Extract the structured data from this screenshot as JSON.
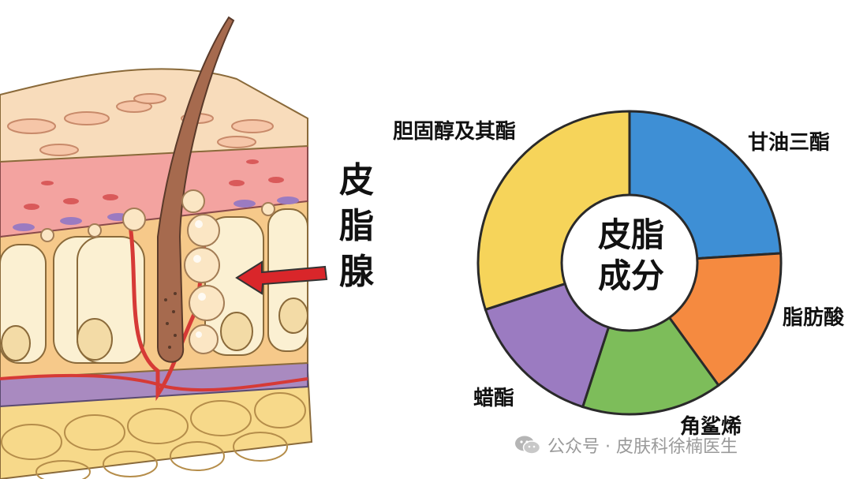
{
  "diagram": {
    "gland_label": [
      "皮",
      "脂",
      "腺"
    ],
    "center_label": [
      "皮脂",
      "成分"
    ]
  },
  "chart_data": {
    "type": "pie",
    "title": "",
    "slices": [
      {
        "label": "甘油三酯",
        "value": 24,
        "color": "#3e8fd5"
      },
      {
        "label": "脂肪酸",
        "value": 16,
        "color": "#f58a40"
      },
      {
        "label": "角鲨烯",
        "value": 15,
        "color": "#7dbd5a"
      },
      {
        "label": "蜡酯",
        "value": 15,
        "color": "#9b7bc1"
      },
      {
        "label": "胆固醇及其酯",
        "value": 30,
        "color": "#f6d45a"
      }
    ]
  },
  "watermark": {
    "icon": "wechat-icon",
    "text": "公众号 · 皮肤科徐楠医生"
  }
}
